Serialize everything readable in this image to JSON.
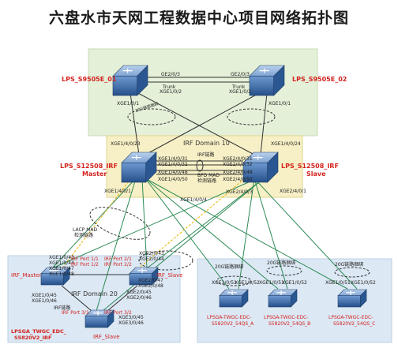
{
  "title": "六盘水市天网工程数据中心项目网络拓扑图",
  "colors": {
    "core_zone": "#e4f0d8",
    "irf_zone": "#f7f0c6",
    "access_zone": "#dce8f4",
    "device_red": "#d3231f",
    "link_green": "#2e8b57",
    "link_black": "#333333",
    "irf_link_yellow": "#e8b400",
    "switch_blue": "#3a6fb0"
  },
  "core": {
    "left": {
      "name": "LPS_S9505E_01",
      "port_trunk": "GE2/0/3",
      "port_down": "XGE1/0/1",
      "port_down2": "XGE1/0/2"
    },
    "right": {
      "name": "LPS_S9505E_02",
      "port_trunk": "GE2/0/3",
      "port_down": "XGE1/0/1",
      "port_down2": "XGE1/0/2"
    },
    "trunk_label_left": "Trunk",
    "trunk_label_right": "Trunk",
    "loop_label": "20G链路捆绑"
  },
  "irf_domain": {
    "label": "IRF Domain 10",
    "master": {
      "name": "LPS_S12508_IRF",
      "role": "Master"
    },
    "slave": {
      "name": "LPS_S12508_IRF",
      "role": "Slave"
    },
    "irf_link_label": "IRF链路",
    "mad_label": "BFD MAD",
    "mad_sub": "检测链路",
    "ports_left": [
      "XGE1/4/0/31",
      "XGE1/4/0/32",
      "XGE1/4/0/48",
      "XGE1/4/0/50"
    ],
    "ports_right": [
      "XGE2/4/0/31",
      "XGE2/4/0/32",
      "XGE2/4/0/48",
      "XGE2/4/0/50"
    ],
    "uplink_left": "XGE1/4/0/23",
    "uplink_right": "XGE1/4/0/24",
    "side_left": "XGE1/4/0/1",
    "side_right": "XGE2/4/0/1",
    "extra_left": "XGE1/4/0/4",
    "extra_right": "XGE2/4/0/3"
  },
  "lacp_label": "LACP MAD",
  "lacp_sub": "检测链路",
  "access_irf": {
    "domain_label": "IRF Domain 20",
    "master_label": "IRF_Master",
    "slave_label": "IRF_Slave",
    "bottom_label": "IRF_Slave",
    "stack_name": "LPSGA_TWGC_EDC_ S5820V2_IRF",
    "irf_link": "IRF链路",
    "port_labels": [
      "XGE1/0/43",
      "XGE1/0/44",
      "XGE1/0/45",
      "XGE1/0/46",
      "XGE1/0/47",
      "XGE1/0/48",
      "XGE2/0/45",
      "XGE2/0/46",
      "XGE2/0/47",
      "XGE2/0/48",
      "XGE3/0/45",
      "XGE3/0/46",
      "XGE2/0/43",
      "XGE2/0/44"
    ],
    "irf_ports": [
      "IRF Port 1/1",
      "IRF Port 1/2",
      "IRF Port 2/1",
      "IRF Port 2/2",
      "IRF Port 3/1",
      "IRF Port 3/2"
    ]
  },
  "access_switches": [
    {
      "name": "LPSGA-TWGC-EDC- S5820V2_54QS_A",
      "bundle": "20G链路捆绑",
      "ports": [
        "XGE1/0/51",
        "XGE1/0/52"
      ]
    },
    {
      "name": "LPSGA-TWGC-EDC- S5820V2_54QS_B",
      "bundle": "20G链路捆绑",
      "ports": [
        "XGE1/0/51",
        "XGE1/0/52"
      ]
    },
    {
      "name": "LPSGA-TWGC-EDC- S5820V2_54QS_C",
      "bundle": "20G链路捆绑",
      "ports": [
        "XGE1/0/51",
        "XGE1/0/52"
      ]
    }
  ]
}
